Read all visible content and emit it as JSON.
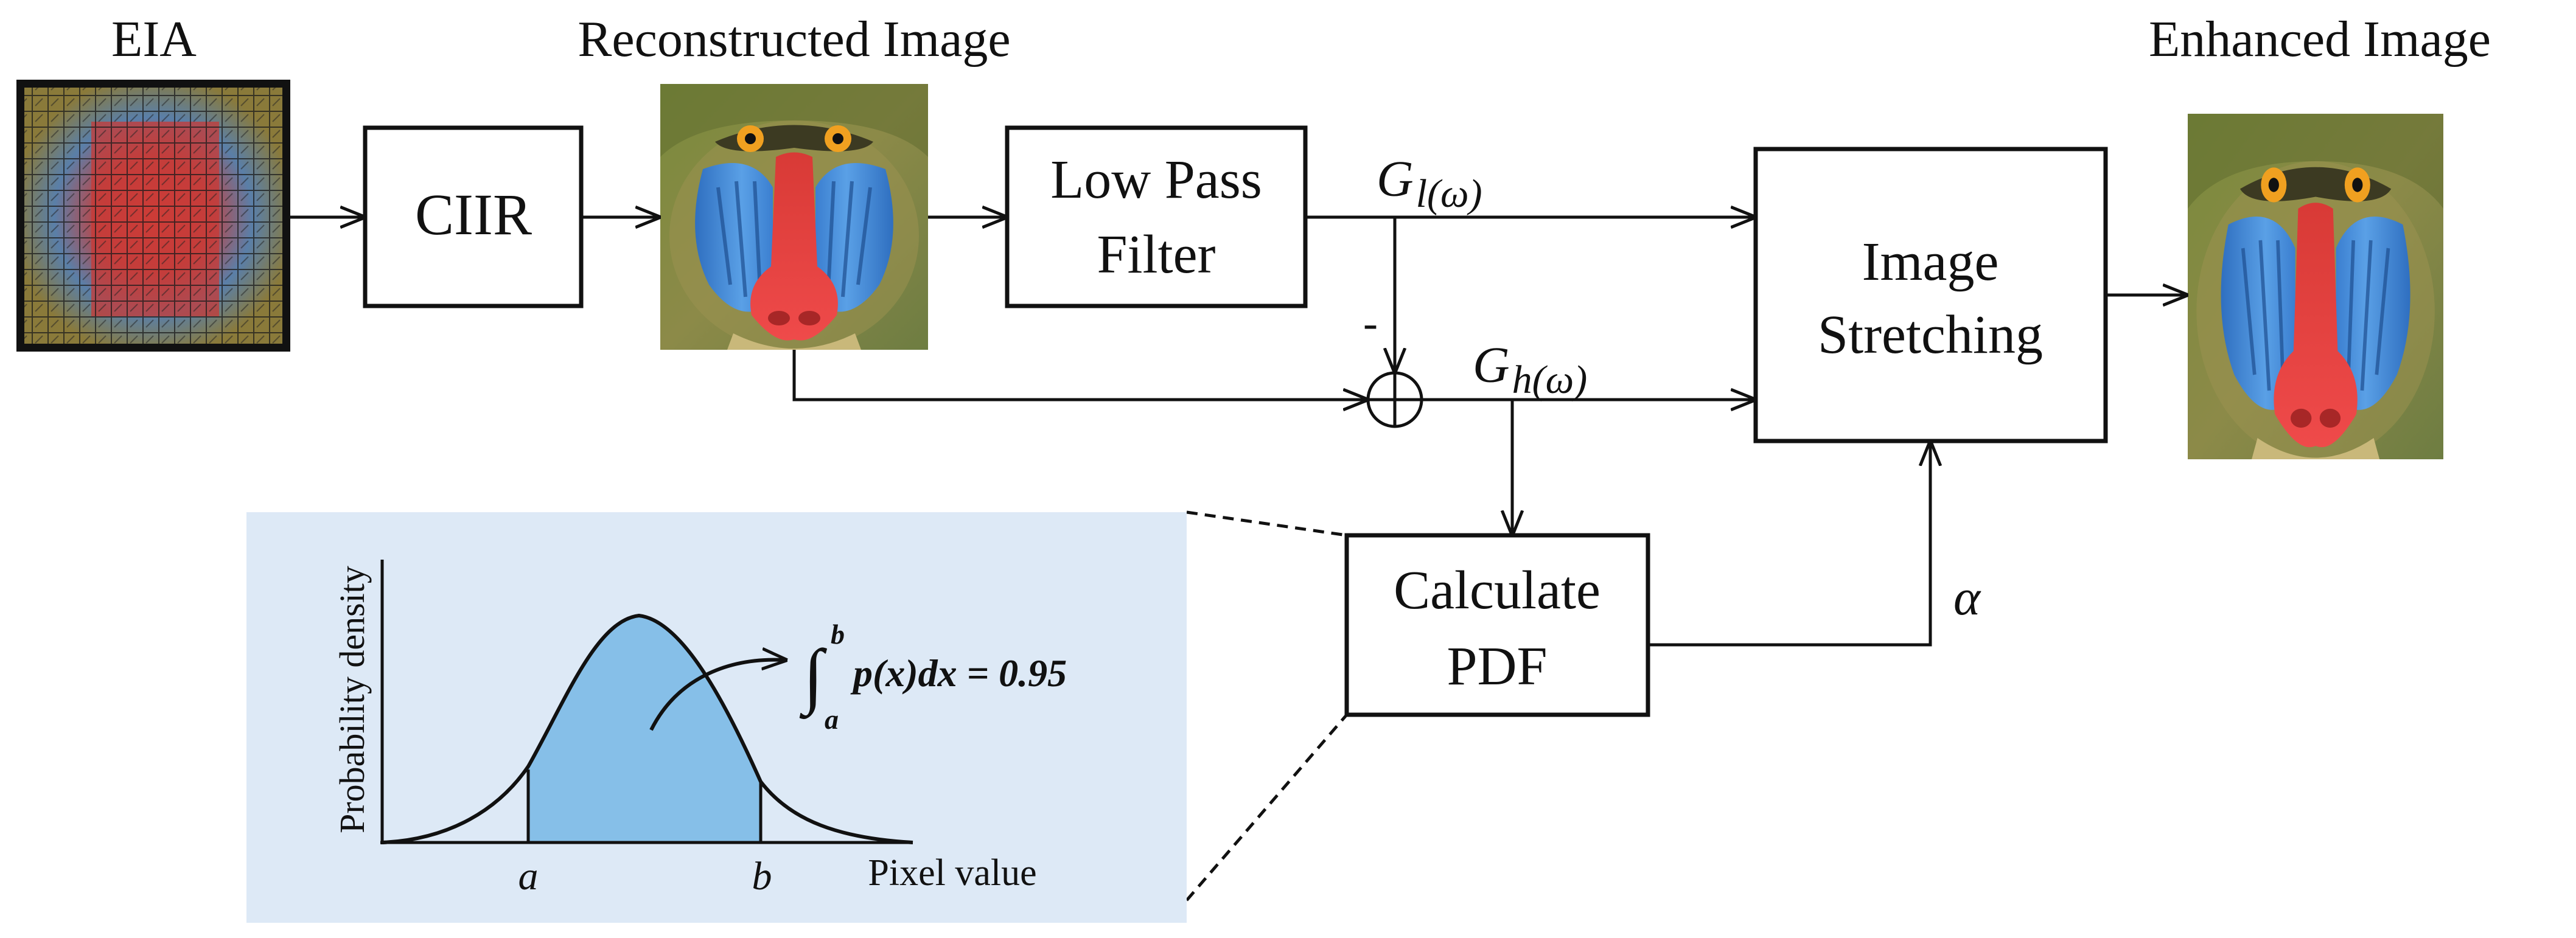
{
  "labels": {
    "eia": "EIA",
    "reconstructed": "Reconstructed Image",
    "enhanced": "Enhanced Image"
  },
  "blocks": {
    "ciir": "CIIR",
    "lowpass_line1": "Low Pass",
    "lowpass_line2": "Filter",
    "stretch_line1": "Image",
    "stretch_line2": "Stretching",
    "pdf_line1": "Calculate",
    "pdf_line2": "PDF"
  },
  "signals": {
    "g_low": "G",
    "g_low_sub": "l(ω)",
    "g_high": "G",
    "g_high_sub": "h(ω)",
    "minus": "-",
    "alpha": "α"
  },
  "inset": {
    "y_axis": "Probability density",
    "x_axis": "Pixel value",
    "a": "a",
    "b": "b",
    "formula_integral": "∫",
    "formula_upper": "b",
    "formula_lower": "a",
    "formula_body": "p(x)dx = 0.95"
  },
  "colors": {
    "inset_bg": "#dde9f6",
    "curve_fill": "#86bfe8",
    "mandrill_nose": "#e23a3a",
    "mandrill_cheek": "#4a8fd8"
  }
}
